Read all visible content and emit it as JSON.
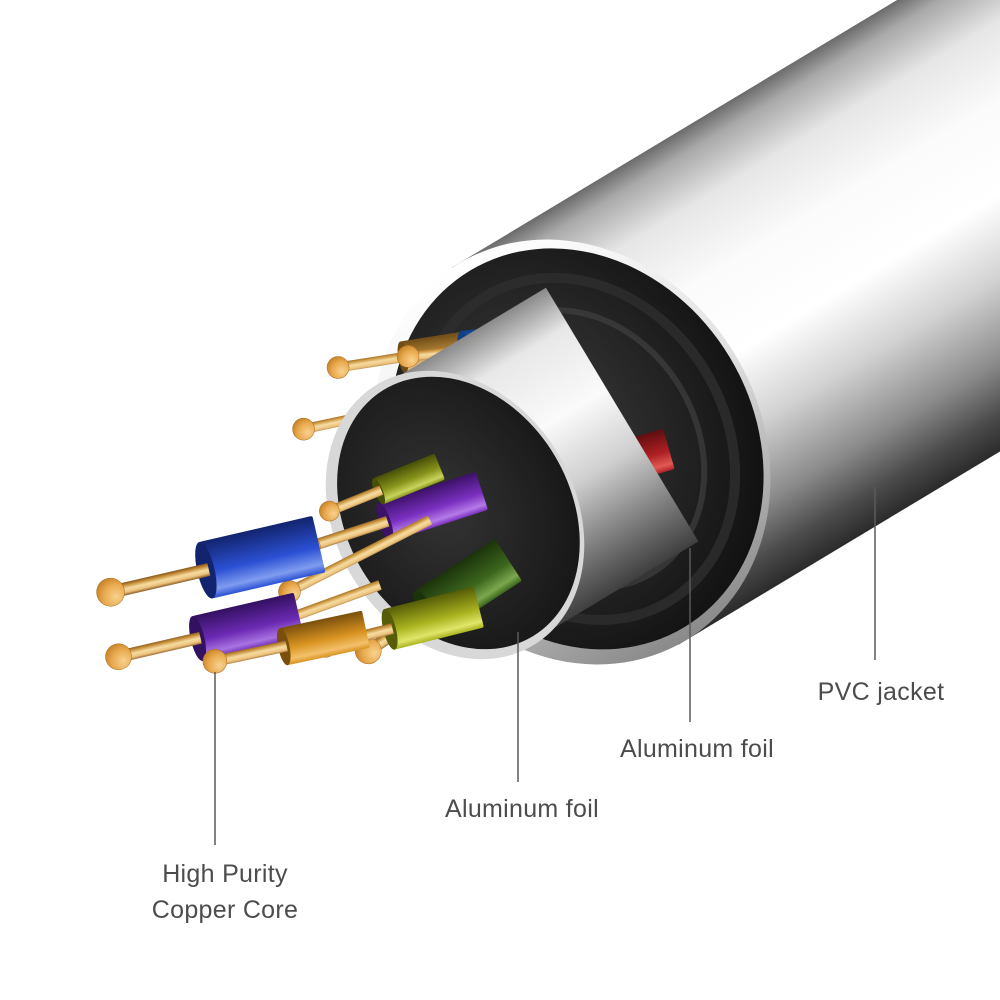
{
  "callouts": {
    "copper_core": {
      "label": "High Purity\nCopper Core"
    },
    "aluminum_foil_inner": {
      "label": "Aluminum foil"
    },
    "aluminum_foil_outer": {
      "label": "Aluminum foil"
    },
    "pvc_jacket": {
      "label": "PVC jacket"
    }
  },
  "style": {
    "background": "#ffffff",
    "label_color": "#4c4c4c",
    "leader_line_color": "#5a5a5a"
  },
  "materials": {
    "pvc_jacket_highlight": "#ffffff",
    "pvc_jacket_shadow": "#2b2b2b",
    "aluminum_foil_silver": "#fafafa",
    "foil_cut_face_dark": "#101010",
    "copper": "#c8923c",
    "copper_light": "#ecc27c",
    "copper_highlight": "#f6dca2",
    "copper_dark": "#7a4c16",
    "copper_tip": "#e9a94e",
    "copper_tip_light": "#f7d28e",
    "copper_tip_dark": "#bf7c20"
  },
  "wires": {
    "red_long": {
      "name": "red-long",
      "base": "#b02025",
      "light": "#e05a55",
      "dark": "#5f0e10"
    },
    "tan": {
      "name": "tan",
      "base": "#b98a3c",
      "light": "#ecca8c",
      "dark": "#6e4c16"
    },
    "red": {
      "name": "red",
      "base": "#c1272d",
      "light": "#ef6f68",
      "dark": "#6b1013"
    },
    "blue": {
      "name": "blue",
      "base": "#2f7de0",
      "light": "#8ec2f5",
      "dark": "#123f85"
    },
    "teal": {
      "name": "teal",
      "base": "#2aa3c8",
      "light": "#86d9ee",
      "dark": "#0f566e"
    },
    "yellow": {
      "name": "yellow",
      "base": "#e3c118",
      "light": "#f7ea7a",
      "dark": "#8a7205"
    },
    "purple_mid": {
      "name": "purple",
      "base": "#7a2fc0",
      "light": "#b57ae8",
      "dark": "#3c1168"
    },
    "olive": {
      "name": "olive",
      "base": "#8a961c",
      "light": "#c8d45e",
      "dark": "#474f07"
    },
    "dark_green": {
      "name": "dark-green",
      "base": "#3c661d",
      "light": "#7ba84e",
      "dark": "#1b330b"
    },
    "yellowgreen": {
      "name": "yellow-green",
      "base": "#aab31e",
      "light": "#dfe66a",
      "dark": "#565c08"
    },
    "big_blue": {
      "name": "big-blue",
      "base": "#2b50d4",
      "light": "#7f9cf0",
      "dark": "#12246e"
    },
    "purple_low": {
      "name": "purple-low",
      "base": "#6c2ab4",
      "light": "#a873e2",
      "dark": "#331060"
    },
    "orange": {
      "name": "orange",
      "base": "#d99421",
      "light": "#f3c06a",
      "dark": "#7a4f0c"
    }
  }
}
